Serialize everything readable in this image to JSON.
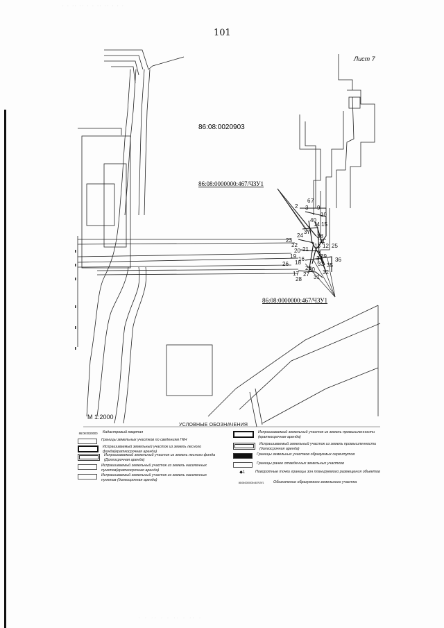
{
  "page_number": "101",
  "sheet_label": "Лист 7",
  "quarter_label": "86:08:0020903",
  "parcel_label_top": "86:08:0000000:467/ЧЗУ1",
  "parcel_label_bottom": "86:08:0000000:467/ЧЗУ1",
  "scale": "М 1:2000",
  "legend_title": "УСЛОВНЫЕ ОБОЗНАЧЕНИЯ",
  "point_numbers": [
    "6",
    "7",
    "2",
    "3",
    "9",
    "10",
    "11",
    "13",
    "15",
    "14",
    "12",
    "23",
    "24",
    "22",
    "20",
    "21",
    "19",
    "16",
    "17",
    "18",
    "25",
    "26",
    "27",
    "28",
    "29",
    "30",
    "31",
    "32",
    "33",
    "34",
    "35",
    "36",
    "37",
    "38",
    "39",
    "40"
  ],
  "legend": {
    "left": [
      {
        "symbol": "86:08:0020000",
        "text": "Кадастровый квартал"
      },
      {
        "symbol": "",
        "text": "Границы земельных участков по сведениям ГКН"
      },
      {
        "symbol": "",
        "text": "Испрашиваемый земельный участок из земель лесного фонда(краткосрочная аренда)"
      },
      {
        "symbol": "",
        "text": "Испрашиваемый земельный участок из земель лесного фонда (Долгосрочная аренда)"
      },
      {
        "symbol": "",
        "text": "Испрашиваемый земельный участок из земель населенных пунктов(краткосрочная аренда)"
      },
      {
        "symbol": "",
        "text": "Испрашиваемый земельный участок из земель населенных пунктов (долгосрочная аренда)"
      }
    ],
    "right": [
      {
        "symbol": "",
        "text": "Испрашиваемый земельный участок из земель промышленности (краткосрочная аренда)"
      },
      {
        "symbol": "",
        "text": "Испрашиваемый земельный участок из земель промышленности (долгосрочная аренда)"
      },
      {
        "symbol": "",
        "text": "Границы земельных участков образуемых сервитутов"
      },
      {
        "symbol": "",
        "text": "Границы ранее отведенных земельных участков"
      },
      {
        "symbol": "◆1",
        "text": "Поворотные точки границы зон планируемого размещения объектов"
      },
      {
        "symbol": "86:08:0000000:467/ЧЗУ1",
        "text": "Обозначение образуемого земельного участка"
      }
    ]
  }
}
